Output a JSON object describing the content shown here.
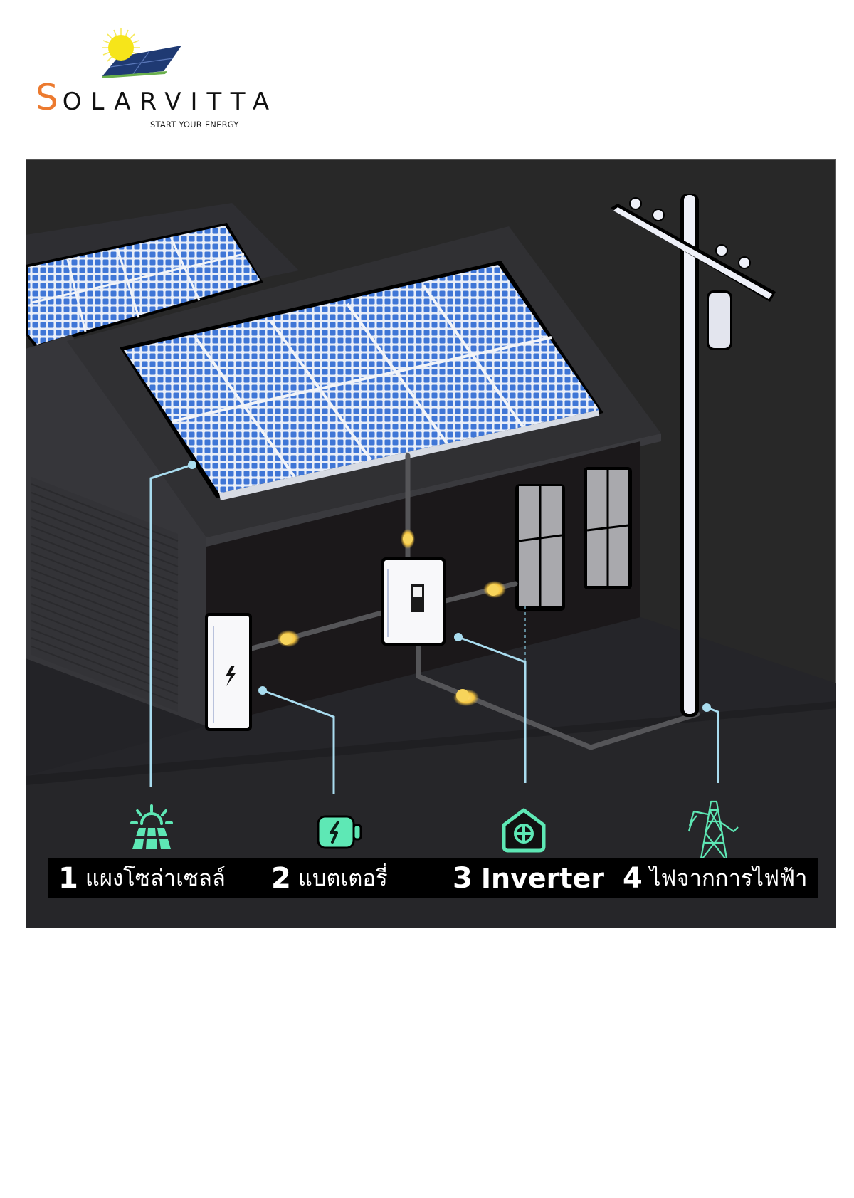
{
  "logo": {
    "brand_first_letter": "S",
    "brand_rest": "OLARVITTA",
    "tagline": "START YOUR ENERGY",
    "colors": {
      "accent_orange": "#ec7a2f",
      "sun_yellow": "#f6e51a",
      "panel_navy": "#1f3a73",
      "ground_green": "#6ab04c"
    },
    "icon": "sun-over-solar-panel-logo"
  },
  "diagram": {
    "background": "#282828",
    "components": [
      {
        "id": 1,
        "number": "1",
        "label": "แผงโซล่าเซลล์",
        "meaning": "solar panels",
        "icon": "solar-panel-sun-icon"
      },
      {
        "id": 2,
        "number": "2",
        "label": "แบตเตอรี่",
        "meaning": "battery",
        "icon": "battery-charging-icon"
      },
      {
        "id": 3,
        "number": "3",
        "label": "Inverter",
        "meaning": "inverter",
        "icon": "house-inverter-icon"
      },
      {
        "id": 4,
        "number": "4",
        "label": "ไฟจากการไฟฟ้า",
        "meaning": "grid electricity",
        "icon": "transmission-tower-icon"
      }
    ],
    "colors": {
      "icon_mint": "#5ee8b5",
      "callout_line": "#a9dcef",
      "cable_glow": "#f4c542",
      "panel_blue": "#3f76d6",
      "label_bar": "#000000",
      "label_text": "#ffffff"
    }
  }
}
